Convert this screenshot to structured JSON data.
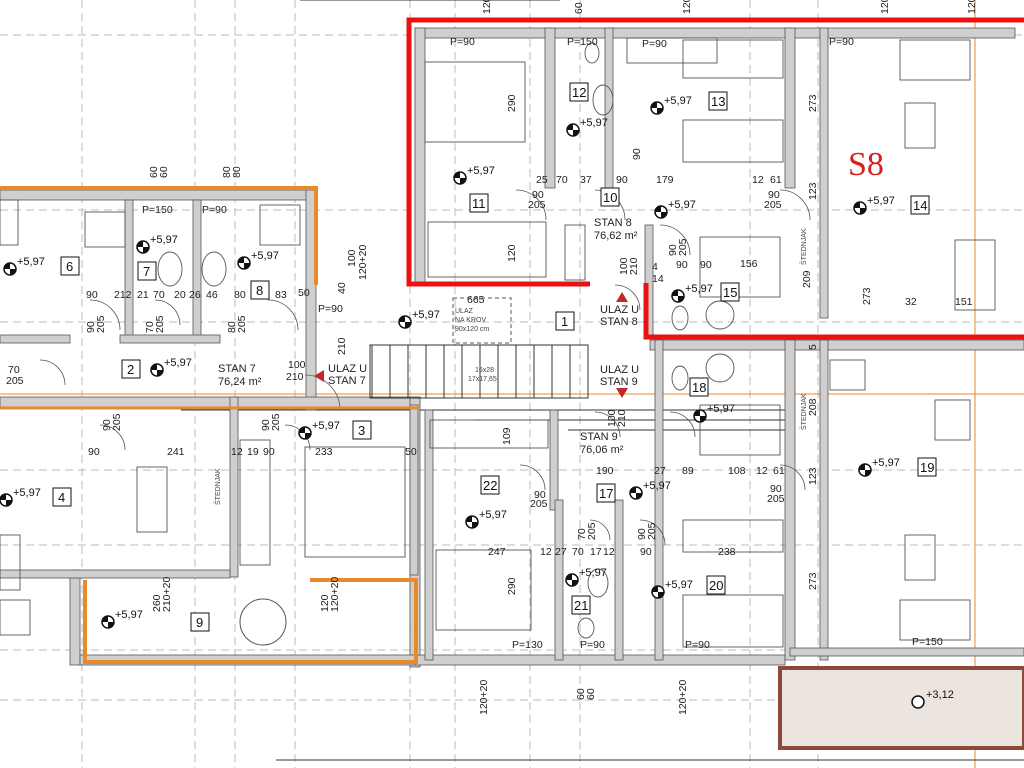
{
  "plan": {
    "unit_label": "S8",
    "highlight_color": "#e81212",
    "outline_color": "#e88a2a",
    "balcony_color": "#8b4a3a",
    "rooms": [
      "1",
      "2",
      "3",
      "4",
      "6",
      "7",
      "8",
      "9",
      "10",
      "11",
      "12",
      "13",
      "14",
      "15",
      "17",
      "18",
      "19",
      "20",
      "21",
      "22"
    ],
    "level": "+5,97",
    "level_balcony": "+3,12",
    "apartments": [
      {
        "name": "STAN 7",
        "area": "76,24 m²"
      },
      {
        "name": "STAN 8",
        "area": "76,62 m²"
      },
      {
        "name": "STAN 9",
        "area": "76,06 m²"
      }
    ],
    "entrances": [
      {
        "line1": "ULAZ U",
        "line2": "STAN 7"
      },
      {
        "line1": "ULAZ U",
        "line2": "STAN 8"
      },
      {
        "line1": "ULAZ U",
        "line2": "STAN 9"
      }
    ],
    "roof_access": {
      "line1": "ULAZ",
      "line2": "NA KROV",
      "line3": "90x120 cm"
    },
    "stairs": {
      "line1": "16x28",
      "line2": "17x17,65"
    },
    "stair_length": "665",
    "parapets": [
      "P=90",
      "P=150",
      "P=90",
      "P=90",
      "P=150",
      "P=130",
      "P=90",
      "P=90",
      "P=150",
      "P=90",
      "P=90"
    ],
    "dimensions": [
      "90",
      "212",
      "21",
      "70",
      "20",
      "26",
      "46",
      "80",
      "83",
      "50",
      "90",
      "205",
      "70",
      "205",
      "80",
      "205",
      "70",
      "205",
      "100",
      "210",
      "100",
      "120+20",
      "40",
      "210",
      "90",
      "241",
      "12",
      "19",
      "90",
      "233",
      "50",
      "90",
      "205",
      "90",
      "205",
      "260",
      "210+20",
      "120",
      "120+20",
      "25",
      "70",
      "37",
      "90",
      "179",
      "12",
      "61",
      "90",
      "205",
      "90",
      "205",
      "290",
      "120",
      "90",
      "273",
      "123",
      "100",
      "210",
      "90",
      "205",
      "90",
      "90",
      "156",
      "4",
      "14",
      "209",
      "273",
      "32",
      "151",
      "5",
      "100",
      "210",
      "208",
      "190",
      "27",
      "89",
      "108",
      "12",
      "61",
      "90",
      "205",
      "90",
      "205",
      "109",
      "247",
      "12",
      "27",
      "70",
      "17",
      "12",
      "90",
      "70",
      "205",
      "90",
      "205",
      "238",
      "290",
      "273",
      "123",
      "120+20",
      "60",
      "60",
      "120+20",
      "60",
      "60",
      "80",
      "80"
    ],
    "top_dims": [
      "120",
      "60",
      "120",
      "120",
      "120"
    ],
    "storage_label": "ŠTEDNJAK"
  }
}
